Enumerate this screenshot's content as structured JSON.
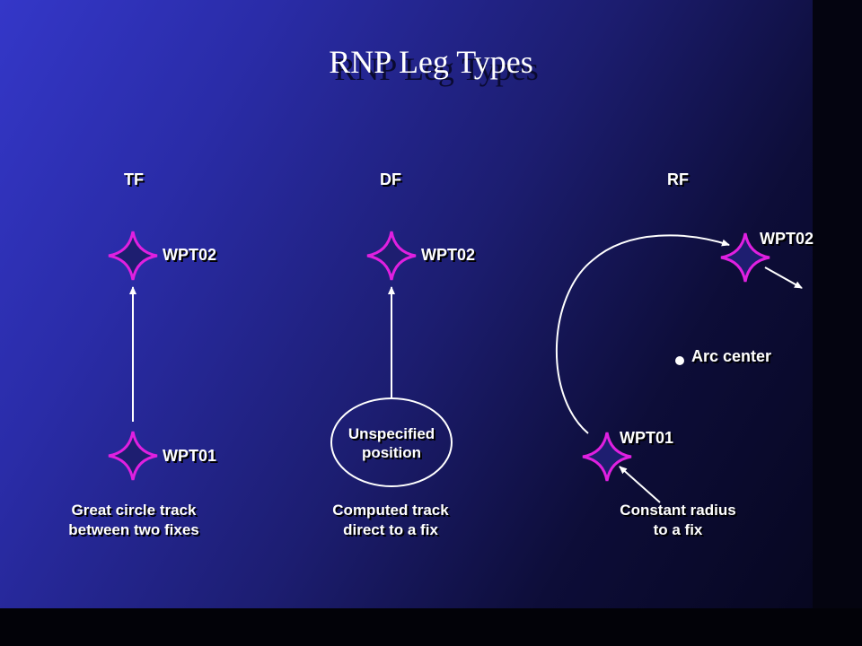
{
  "title": "RNP Leg Types",
  "tf": {
    "heading": "TF",
    "top_fix": "WPT02",
    "bottom_fix": "WPT01",
    "caption": "Great circle track\nbetween two fixes"
  },
  "df": {
    "heading": "DF",
    "top_fix": "WPT02",
    "start": "Unspecified\nposition",
    "caption": "Computed track\ndirect to a fix"
  },
  "rf": {
    "heading": "RF",
    "top_fix": "WPT02",
    "bottom_fix": "WPT01",
    "arc_center": "Arc center",
    "caption": "Constant radius\nto a fix"
  },
  "colors": {
    "waypoint": "#e020e0",
    "line": "#ffffff"
  }
}
